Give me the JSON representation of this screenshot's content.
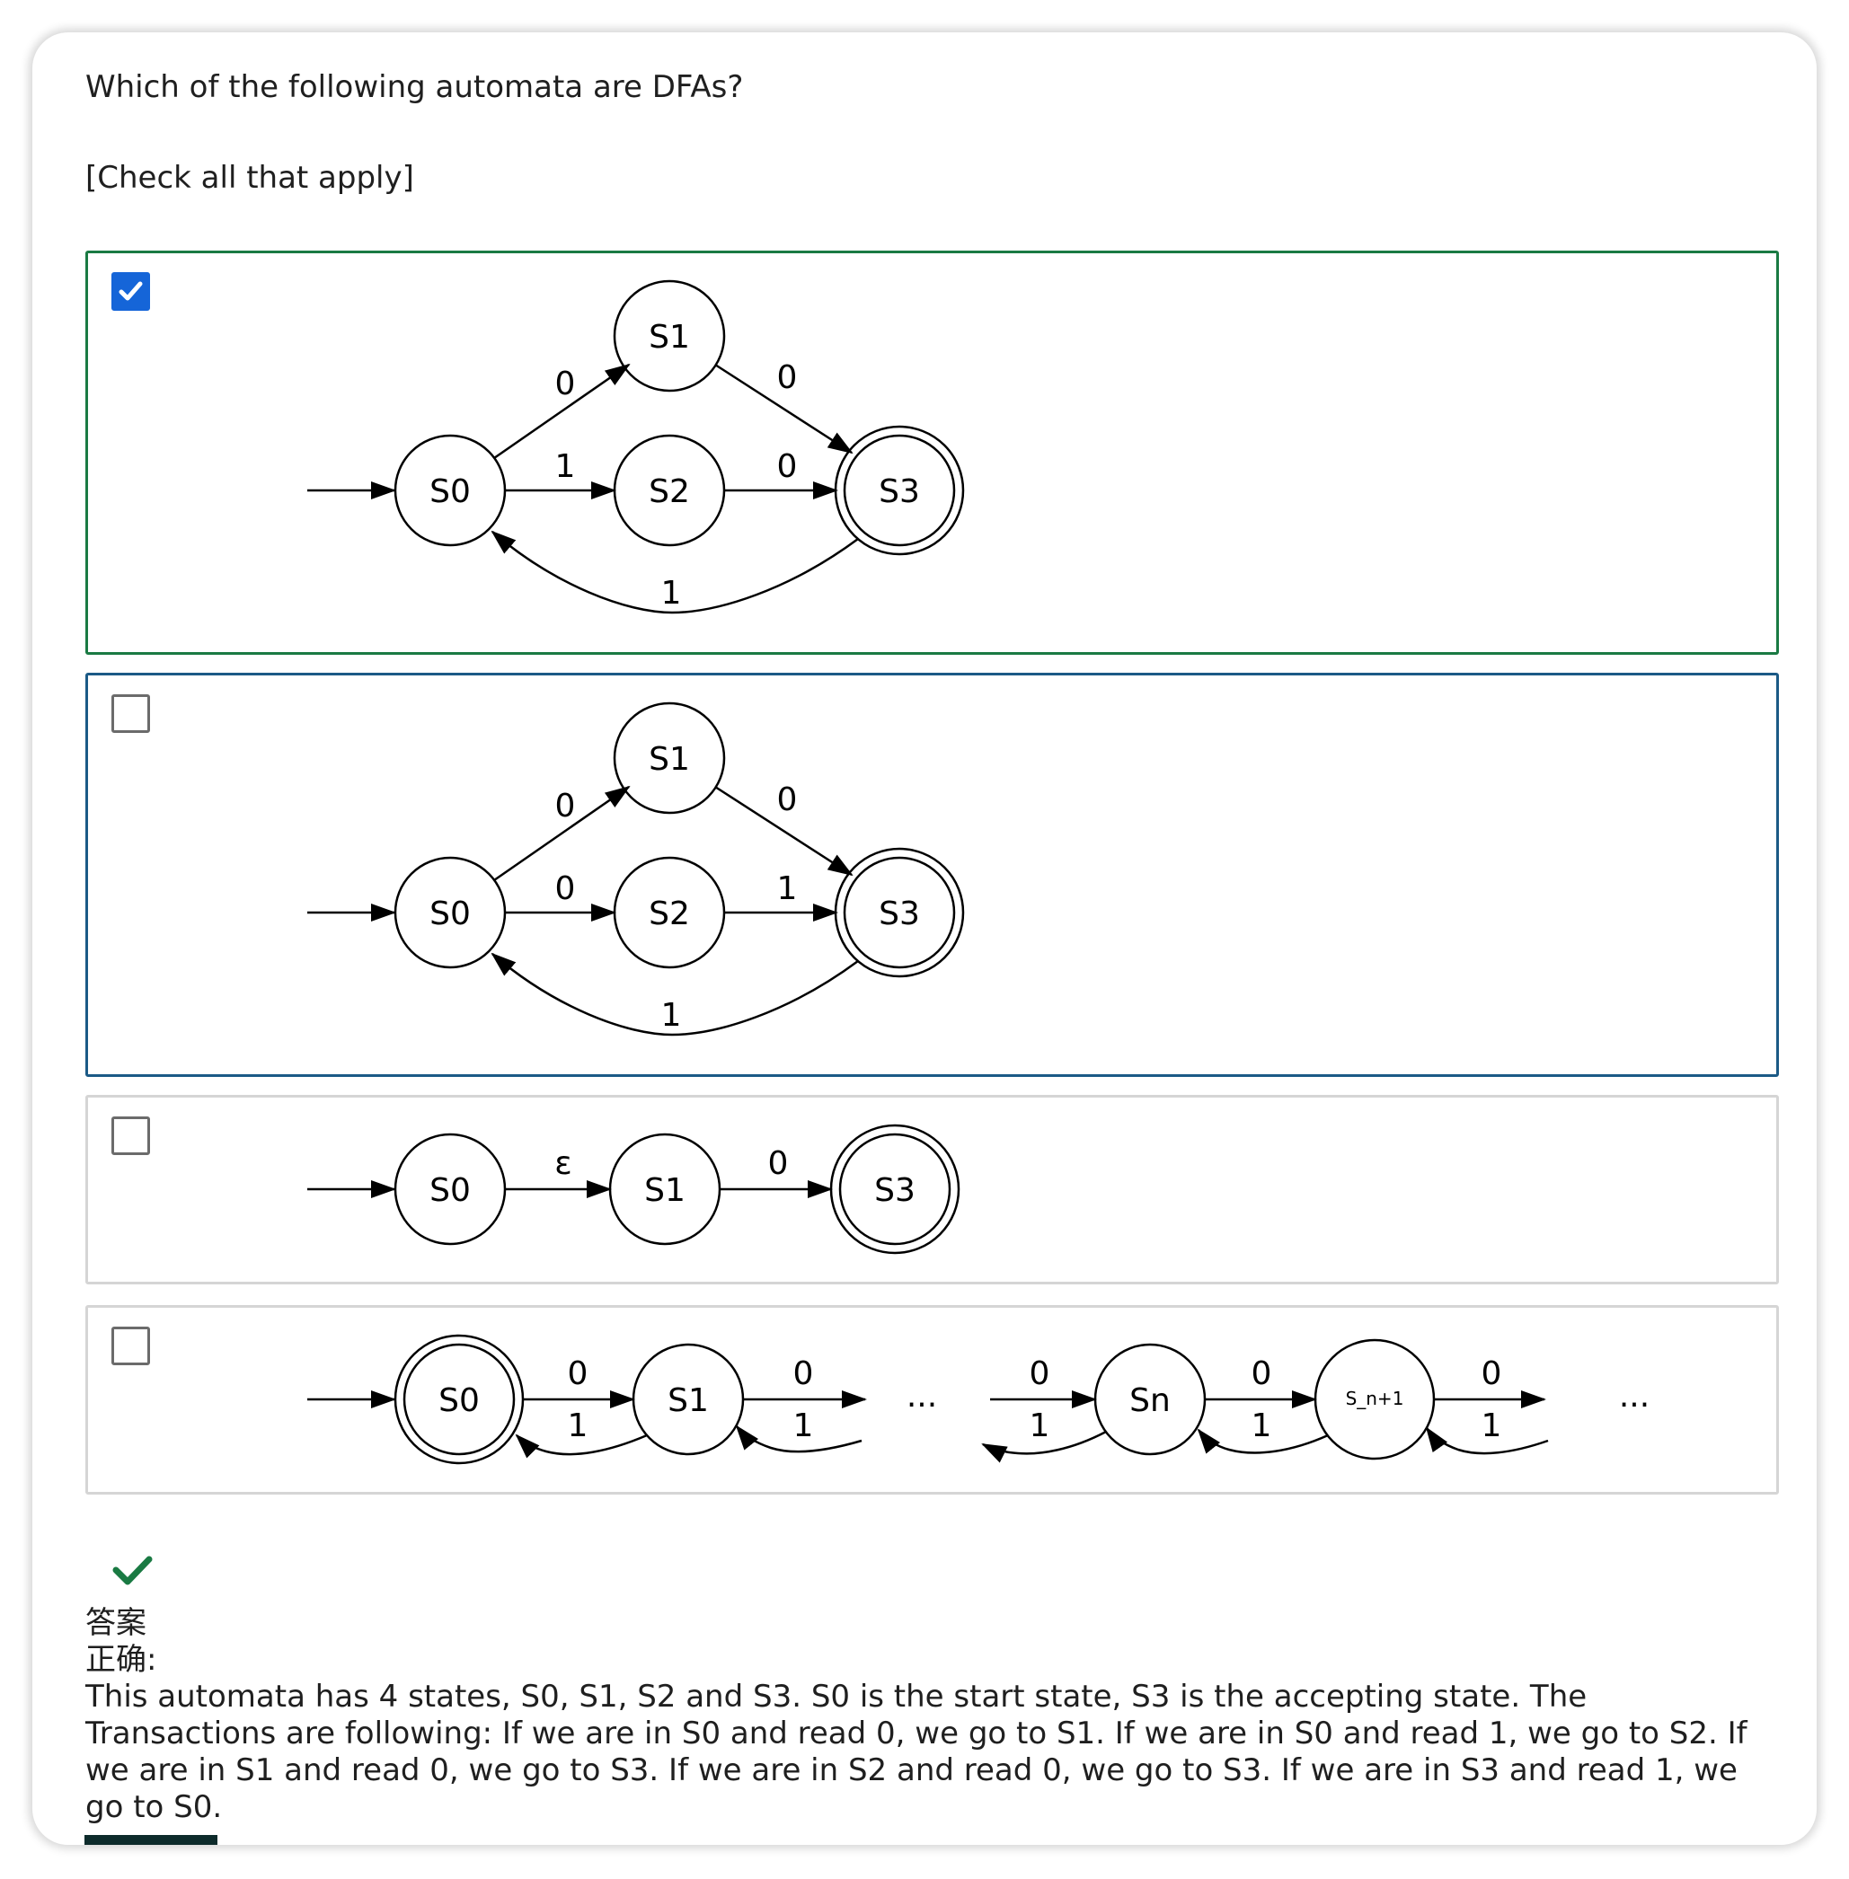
{
  "question": {
    "text": "Which of the following automata are DFAs?",
    "instruction": "[Check all that apply]"
  },
  "options": [
    {
      "checked": true,
      "states": [
        "S0",
        "S1",
        "S2",
        "S3"
      ],
      "accepting": [
        "S3"
      ],
      "start": "S0",
      "transitions": [
        {
          "from": "S0",
          "to": "S1",
          "label": "0"
        },
        {
          "from": "S0",
          "to": "S2",
          "label": "1"
        },
        {
          "from": "S1",
          "to": "S3",
          "label": "0"
        },
        {
          "from": "S2",
          "to": "S3",
          "label": "0"
        },
        {
          "from": "S3",
          "to": "S0",
          "label": "1"
        }
      ]
    },
    {
      "checked": false,
      "states": [
        "S0",
        "S1",
        "S2",
        "S3"
      ],
      "accepting": [
        "S3"
      ],
      "start": "S0",
      "transitions": [
        {
          "from": "S0",
          "to": "S1",
          "label": "0"
        },
        {
          "from": "S0",
          "to": "S2",
          "label": "0"
        },
        {
          "from": "S1",
          "to": "S3",
          "label": "0"
        },
        {
          "from": "S2",
          "to": "S3",
          "label": "1"
        },
        {
          "from": "S3",
          "to": "S0",
          "label": "1"
        }
      ]
    },
    {
      "checked": false,
      "states": [
        "S0",
        "S1",
        "S3"
      ],
      "accepting": [
        "S3"
      ],
      "start": "S0",
      "transitions": [
        {
          "from": "S0",
          "to": "S1",
          "label": "ε"
        },
        {
          "from": "S1",
          "to": "S3",
          "label": "0"
        }
      ]
    },
    {
      "checked": false,
      "states": [
        "S0",
        "S1",
        "Sn",
        "S_n+1"
      ],
      "accepting": [
        "S0"
      ],
      "start": "S0",
      "ellipsis": "...",
      "transitions": [
        {
          "from": "S0",
          "to": "S1",
          "label": "0"
        },
        {
          "from": "S1",
          "to": "S0",
          "label": "1"
        },
        {
          "from": "S1",
          "to": "...",
          "label": "0"
        },
        {
          "from": "...",
          "to": "S1",
          "label": "1"
        },
        {
          "from": "...",
          "to": "Sn",
          "label": "0"
        },
        {
          "from": "Sn",
          "to": "...",
          "label": "1"
        },
        {
          "from": "Sn",
          "to": "S_n+1",
          "label": "0"
        },
        {
          "from": "S_n+1",
          "to": "Sn",
          "label": "1"
        },
        {
          "from": "S_n+1",
          "to": "...",
          "label": "0"
        },
        {
          "from": "...",
          "to": "S_n+1",
          "label": "1"
        }
      ]
    }
  ],
  "feedback": {
    "icon": "checkmark-icon",
    "heading": "答案",
    "result": "正确:",
    "explanation": "This automata has 4 states, S0, S1, S2 and S3. S0 is the start state, S3 is the accepting state. The Transactions are following: If we are in S0 and read 0, we go to S1. If we are in S0 and read 1, we go to S2. If we are in S1 and read 0, we go to S3. If we are in S2 and read 0, we go to S3. If we are in S3 and read 1, we go to S0."
  },
  "colors": {
    "correct_border": "#1a7a43",
    "focus_border": "#1b5a86",
    "checkbox_checked": "#1565d8",
    "check_icon": "#1a7a43"
  }
}
